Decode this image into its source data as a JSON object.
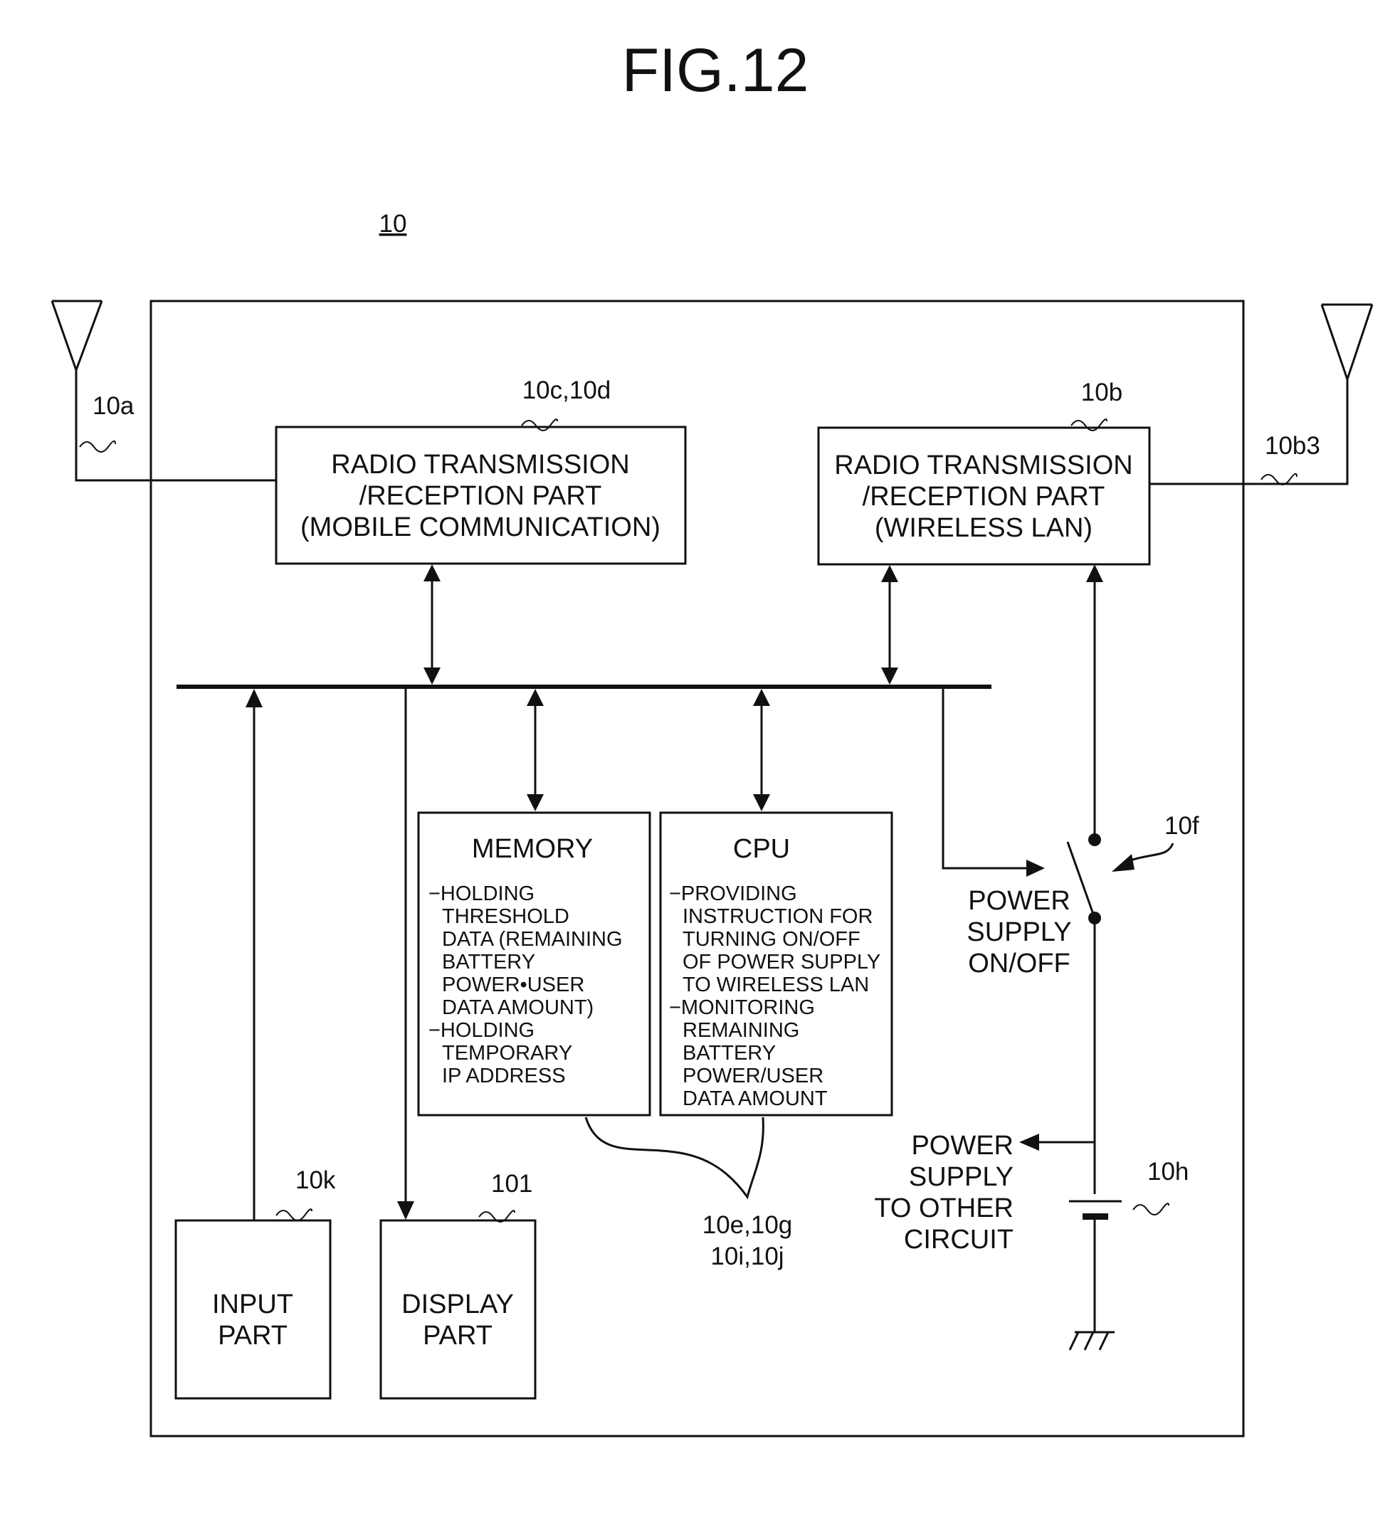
{
  "figure": {
    "title": "FIG.12",
    "device_ref": "10"
  },
  "antennas": {
    "left_ref": "10a",
    "right_ref": "10b3"
  },
  "blocks": {
    "radio_mobile": {
      "ref": "10c,10d",
      "lines": [
        "RADIO TRANSMISSION",
        "/RECEPTION PART",
        "(MOBILE COMMUNICATION)"
      ]
    },
    "radio_wlan": {
      "ref": "10b",
      "lines": [
        "RADIO TRANSMISSION",
        "/RECEPTION PART",
        "(WIRELESS LAN)"
      ]
    },
    "memory": {
      "title": "MEMORY",
      "lines": [
        "−HOLDING",
        "THRESHOLD",
        "DATA  (REMAINING",
        "BATTERY",
        "POWER•USER",
        "DATA AMOUNT)",
        "−HOLDING",
        "TEMPORARY",
        "IP ADDRESS"
      ]
    },
    "cpu": {
      "title": "CPU",
      "lines": [
        "−PROVIDING",
        "INSTRUCTION FOR",
        "TURNING ON/OFF",
        "OF POWER SUPPLY",
        "TO WIRELESS LAN",
        "−MONITORING",
        "REMAINING",
        "BATTERY",
        "POWER/USER",
        "DATA AMOUNT"
      ]
    },
    "memory_cpu_ref": [
      "10e,10g",
      "10i,10j"
    ],
    "input": {
      "ref": "10k",
      "lines": [
        "INPUT",
        "PART"
      ]
    },
    "display": {
      "ref": "101",
      "lines": [
        "DISPLAY",
        "PART"
      ]
    }
  },
  "power": {
    "switch_ref": "10f",
    "switch_label": [
      "POWER",
      "SUPPLY",
      "ON/OFF"
    ],
    "battery_ref": "10h",
    "other_label": [
      "POWER",
      "SUPPLY",
      "TO OTHER",
      "CIRCUIT"
    ]
  }
}
